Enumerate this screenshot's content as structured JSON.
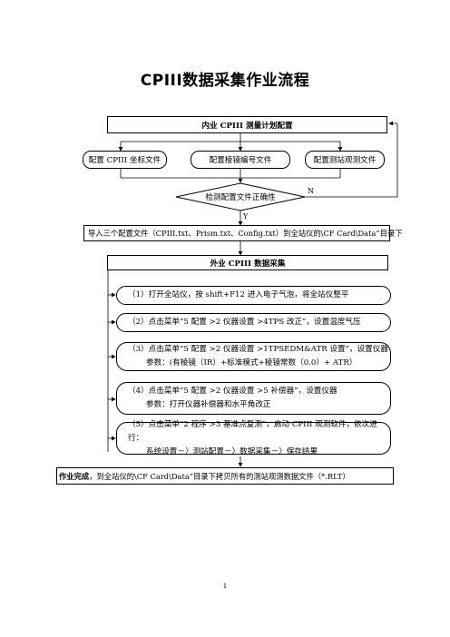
{
  "title": "CPIII数据采集作业流程",
  "internal": {
    "header": "内业 CPIII 测量计划配置",
    "config_boxes": [
      "配置 CPIII 坐标文件",
      "配置棱镜编号文件",
      "配置测站观测文件"
    ],
    "check": "检测配置文件正确性",
    "no_label": "N",
    "yes_label": "Y",
    "import": "导入三个配置文件（CPIII.txt、Prism.txt、Config.txt）到全站仪的\\CF Card\\Data”目录下"
  },
  "external": {
    "header": "外业 CPIII 数据采集",
    "steps": [
      {
        "line1": "（1）打开全站仪，按 shift+F12 进入电子气泡，将全站仪整平",
        "line2": ""
      },
      {
        "line1": "（2）点击菜单“5 配置 >2 仪器设置 >4TPS 改正”，设置温度气压",
        "line2": ""
      },
      {
        "line1": "（3）点击菜单“5 配置 >2 仪器设置 >1TPSEDM&ATR 设置”，设置仪器",
        "line2": "参数：(有棱镜（IR）+标准模式+棱镜常数（0.0）+ ATR）"
      },
      {
        "line1": "（4）点击菜单“5 配置 >2 仪器设置 >5 补偿器”，设置仪器",
        "line2": "参数：打开仪器补偿器和水平角改正"
      },
      {
        "line1": "（5）点击菜单“2 程序 >3 基准点复测”，启动 CPIII 观测软件，依次进行：",
        "line2": "系统设置－〉测站配置－〉数据采集－〉保存结果"
      }
    ]
  },
  "finish": {
    "bold": "作业完成",
    "rest": "，到全站仪的\\CF Card\\Data”目录下拷贝所有的测站观测数据文件（*.RLT）"
  },
  "page_number": "1"
}
